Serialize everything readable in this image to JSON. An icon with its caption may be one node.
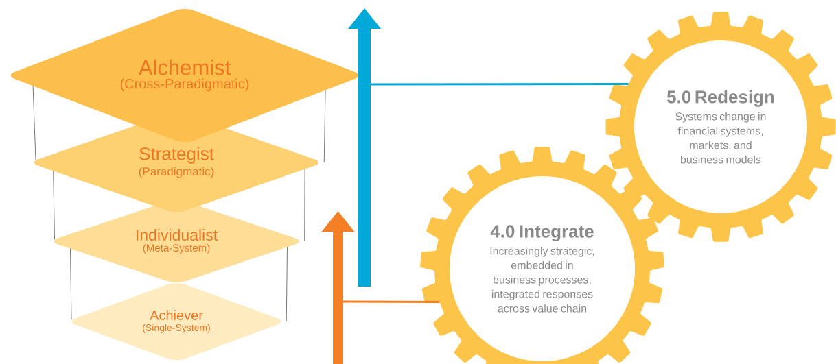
{
  "diagram": {
    "nodes": [
      {
        "text": [
          "Alchemist",
          "(Cross-Paradigmatic)"
        ]
      },
      {
        "text": [
          "Strategist",
          "(Paradigmatic)"
        ]
      },
      {
        "text": [
          "Individualist",
          "(Meta-System)"
        ]
      },
      {
        "text": [
          "Achiever",
          "(Single-System)"
        ]
      },
      {
        "text": [
          "4.0 Integrate",
          "Increasingly strategic, embedded in business processes, integrated responses across value chain"
        ]
      },
      {
        "text": [
          "5.0 Redesign",
          "Systems change in financial systems, markets, and business models"
        ]
      }
    ],
    "edges": [
      {
        "from": 0,
        "to": 1,
        "arrow": "none"
      },
      {
        "from": 0,
        "to": 1,
        "arrow": "none"
      },
      {
        "from": 1,
        "to": 2,
        "arrow": "none"
      },
      {
        "from": 1,
        "to": 2,
        "arrow": "none"
      },
      {
        "from": 2,
        "to": 3,
        "arrow": "none"
      },
      {
        "from": 2,
        "to": 3,
        "arrow": "none"
      },
      {
        "from": null,
        "to": 4,
        "arrow": "none",
        "style": "thick",
        "color": "#f47f24"
      },
      {
        "from": null,
        "to": 5,
        "arrow": "none",
        "style": "thick",
        "color": "#00a9d8"
      }
    ]
  }
}
